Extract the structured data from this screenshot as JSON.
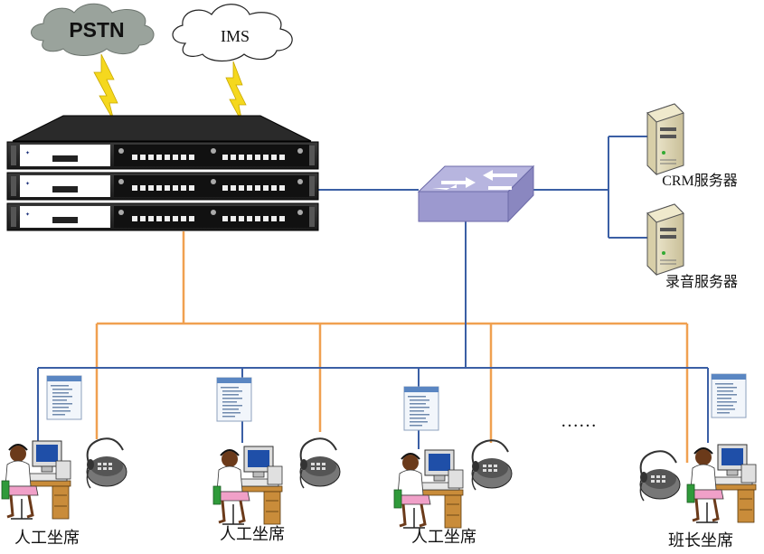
{
  "clouds": [
    {
      "id": "pstn",
      "label": "PSTN",
      "fill": "#9aa39c"
    },
    {
      "id": "ims",
      "label": "IMS",
      "fill": "#ffffff"
    }
  ],
  "servers": [
    {
      "id": "crm",
      "label": "CRM服务器"
    },
    {
      "id": "recording",
      "label": "录音服务器"
    }
  ],
  "agents": [
    {
      "id": "agent-1",
      "label": "人工坐席"
    },
    {
      "id": "agent-2",
      "label": "人工坐席"
    },
    {
      "id": "agent-3",
      "label": "人工坐席"
    },
    {
      "id": "agent-4",
      "label": "班长坐席"
    }
  ],
  "ellipsis": "……",
  "colors": {
    "data_line": "#3b5fa5",
    "voice_line": "#f0a050",
    "lightning": "#f5d81e",
    "switch_top": "#b7b5df",
    "switch_front": "#9c99cf"
  }
}
